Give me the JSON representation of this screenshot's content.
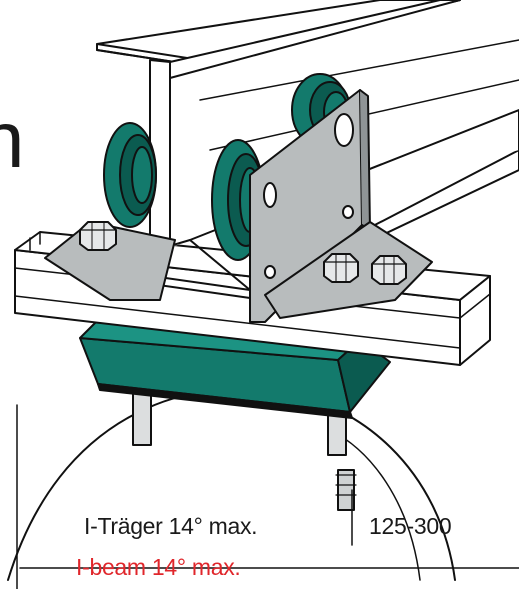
{
  "labels": {
    "beam_de": "I-Träger 14° max.",
    "beam_en": "I-beam 14° max.",
    "range": "125-300",
    "cut_char": "n"
  },
  "colors": {
    "teal": "#137a6c",
    "teal_dark": "#0b5b50",
    "steel": "#b8bcbd",
    "steel_dark": "#8f9496",
    "outline": "#111111",
    "red_text": "#e0262b"
  },
  "icons": [
    "nut-icon",
    "wheel-icon",
    "mounting-plate-icon",
    "pipe-icon"
  ]
}
